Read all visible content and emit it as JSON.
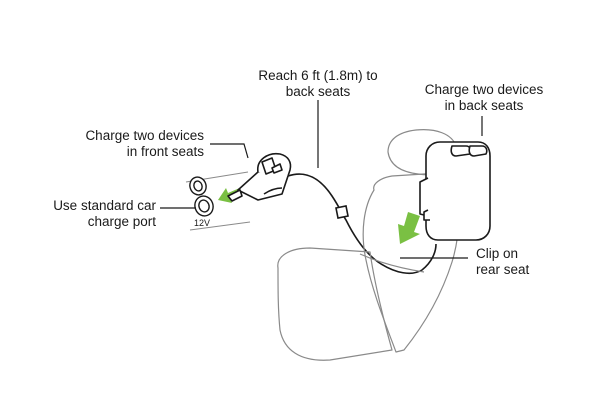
{
  "labels": {
    "reach_line1": "Reach 6 ft (1.8m) to",
    "reach_line2": "back seats",
    "back_line1": "Charge two devices",
    "back_line2": "in back seats",
    "front_line1": "Charge two devices",
    "front_line2": "in front seats",
    "port_line1": "Use standard car",
    "port_line2": "charge port",
    "clip_line1": "Clip on",
    "clip_line2": "rear seat",
    "voltage": "12V"
  },
  "colors": {
    "arrow": "#7ac043",
    "line": "#1a1a1a",
    "seat_outline": "#8a8a8a"
  }
}
